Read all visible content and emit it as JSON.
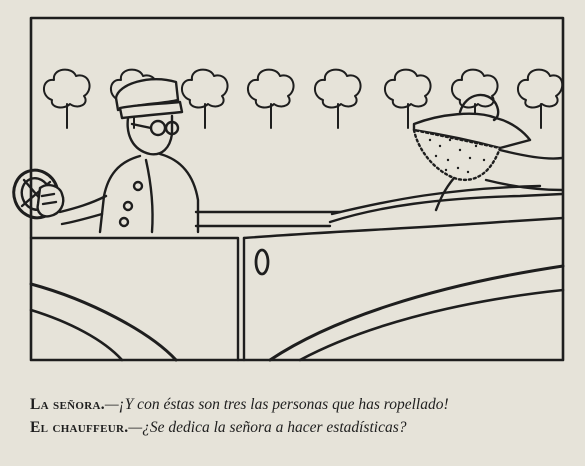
{
  "cartoon": {
    "caption": [
      {
        "speaker": "La señora.",
        "speech": "—¡Y con éstas son tres las personas que has ropellado!"
      },
      {
        "speaker": "El chauffeur.",
        "speech": "—¿Se dedica la señora a hacer estadísticas?"
      }
    ]
  },
  "colors": {
    "paper": "#e6e3d9",
    "ink": "#1e1e1e"
  }
}
